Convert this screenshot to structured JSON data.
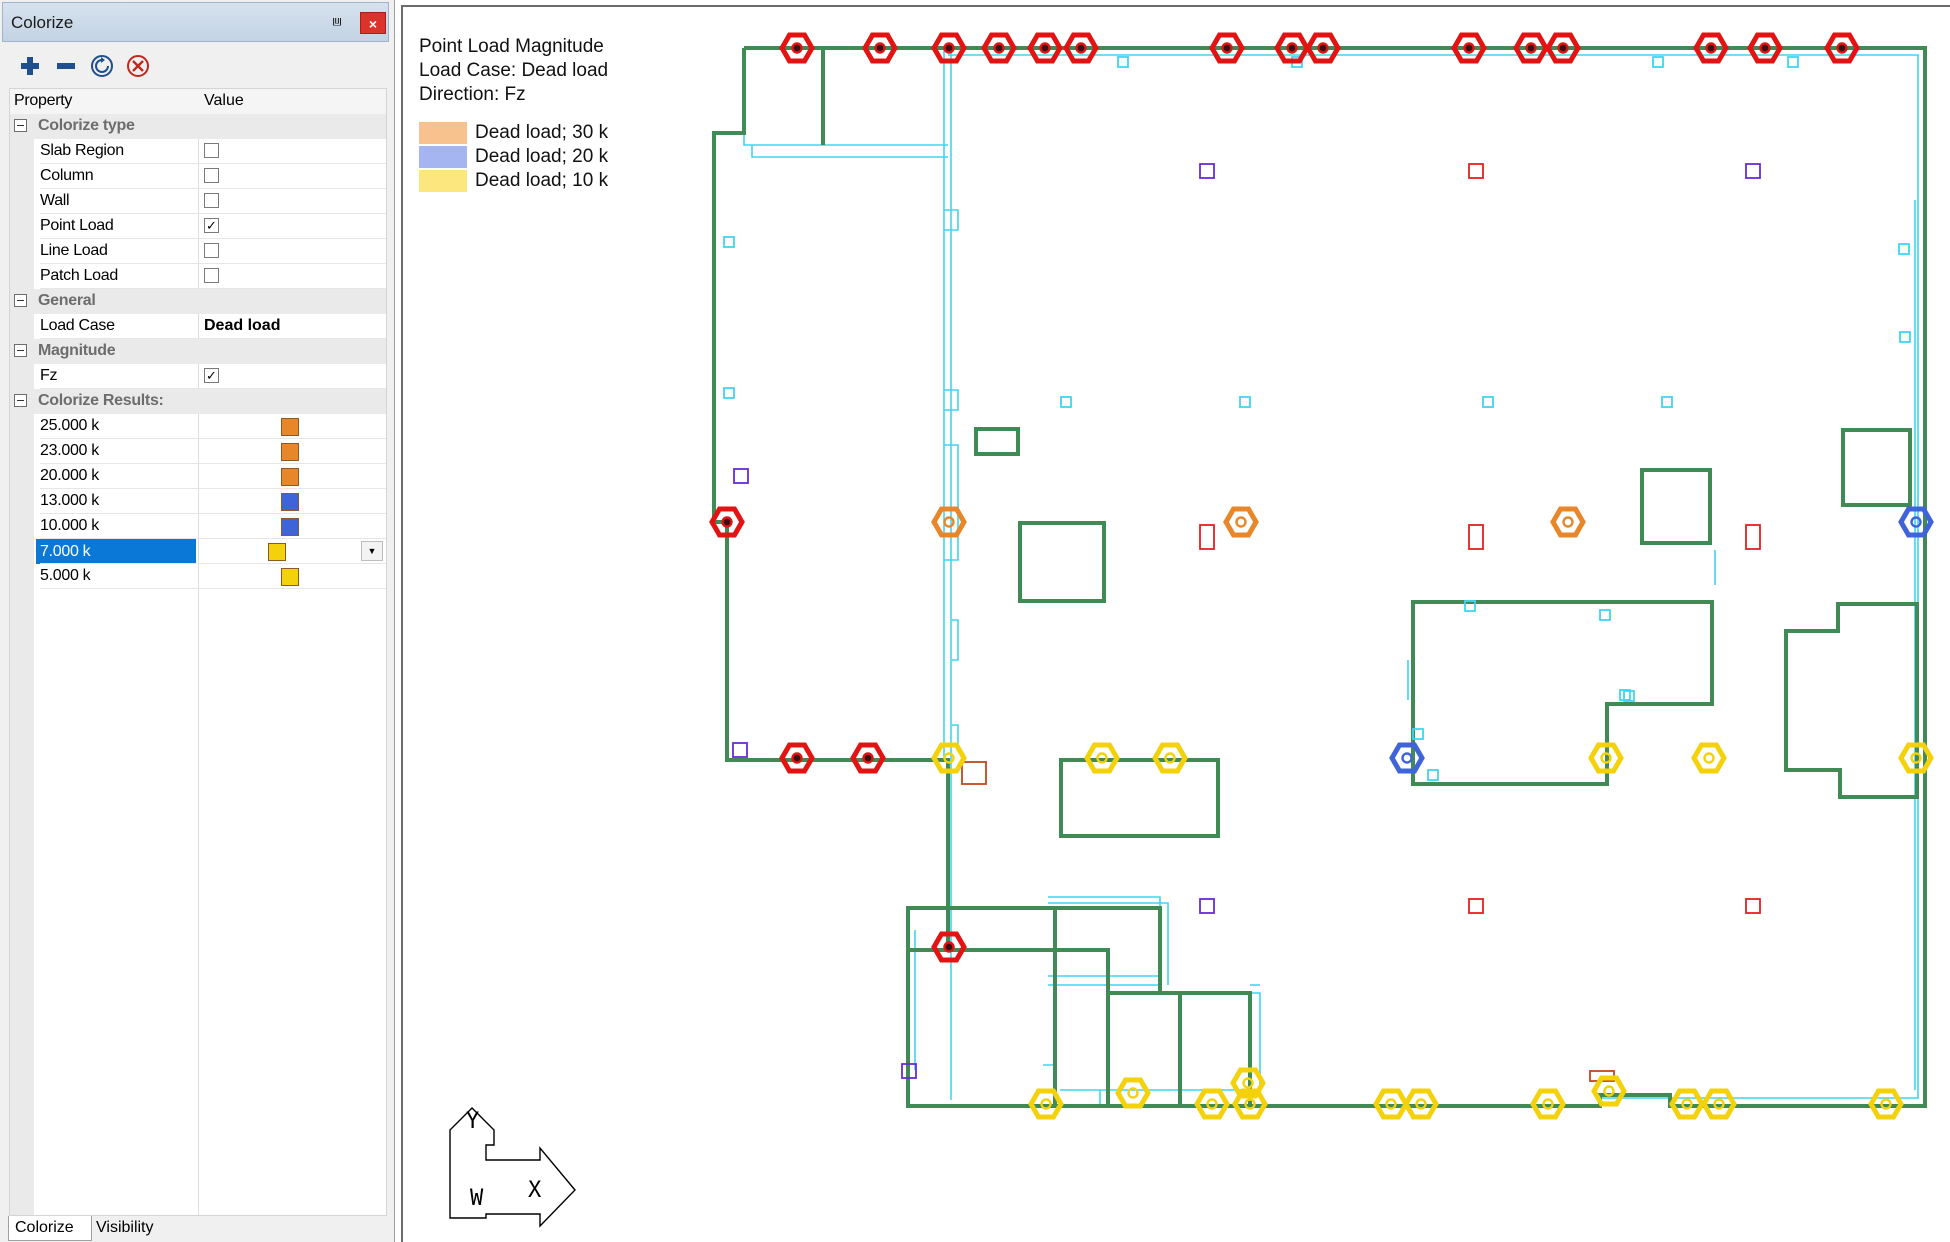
{
  "panel": {
    "title": "Colorize",
    "pin_icon": "⩏",
    "close_icon": "×",
    "columns": {
      "property": "Property",
      "value": "Value"
    },
    "categories": {
      "colorize_type": "Colorize type",
      "general": "General",
      "magnitude": "Magnitude",
      "results": "Colorize Results:"
    },
    "colorize_type": [
      {
        "label": "Slab Region",
        "checked": false
      },
      {
        "label": "Column",
        "checked": false
      },
      {
        "label": "Wall",
        "checked": false
      },
      {
        "label": "Point Load",
        "checked": true
      },
      {
        "label": "Line Load",
        "checked": false
      },
      {
        "label": "Patch Load",
        "checked": false
      }
    ],
    "general": {
      "label": "Load Case",
      "value": "Dead load"
    },
    "magnitude": {
      "label": "Fz",
      "checked": true
    },
    "results": [
      {
        "label": "25.000 k",
        "color": "#e8862a"
      },
      {
        "label": "23.000 k",
        "color": "#e8862a"
      },
      {
        "label": "20.000 k",
        "color": "#e8862a"
      },
      {
        "label": "13.000 k",
        "color": "#3f63d8"
      },
      {
        "label": "10.000 k",
        "color": "#3f63d8"
      },
      {
        "label": "7.000 k",
        "color": "#f4d20b",
        "selected": true
      },
      {
        "label": "5.000 k",
        "color": "#f4d20b"
      }
    ],
    "tabs": [
      "Colorize",
      "Visibility"
    ]
  },
  "legend": {
    "title_lines": [
      "Point Load Magnitude",
      "Load Case: Dead load",
      "Direction: Fz"
    ],
    "items": [
      {
        "label": "Dead load; 30 k",
        "color": "#f7c28d"
      },
      {
        "label": "Dead load; 20 k",
        "color": "#a5b5f2"
      },
      {
        "label": "Dead load; 10 k",
        "color": "#fbe77d"
      }
    ]
  },
  "axes": {
    "x": "X",
    "y": "Y",
    "z": "W"
  },
  "colors": {
    "slab_outline": "#3f8a55",
    "beam": "#3fd5f2",
    "high_load": "#e41313",
    "mid_load": "#e8862a",
    "low_mid_load": "#3f63d8",
    "low_load": "#f4d20b",
    "column_purple": "#6a2bd6",
    "column_red": "#e42020"
  }
}
